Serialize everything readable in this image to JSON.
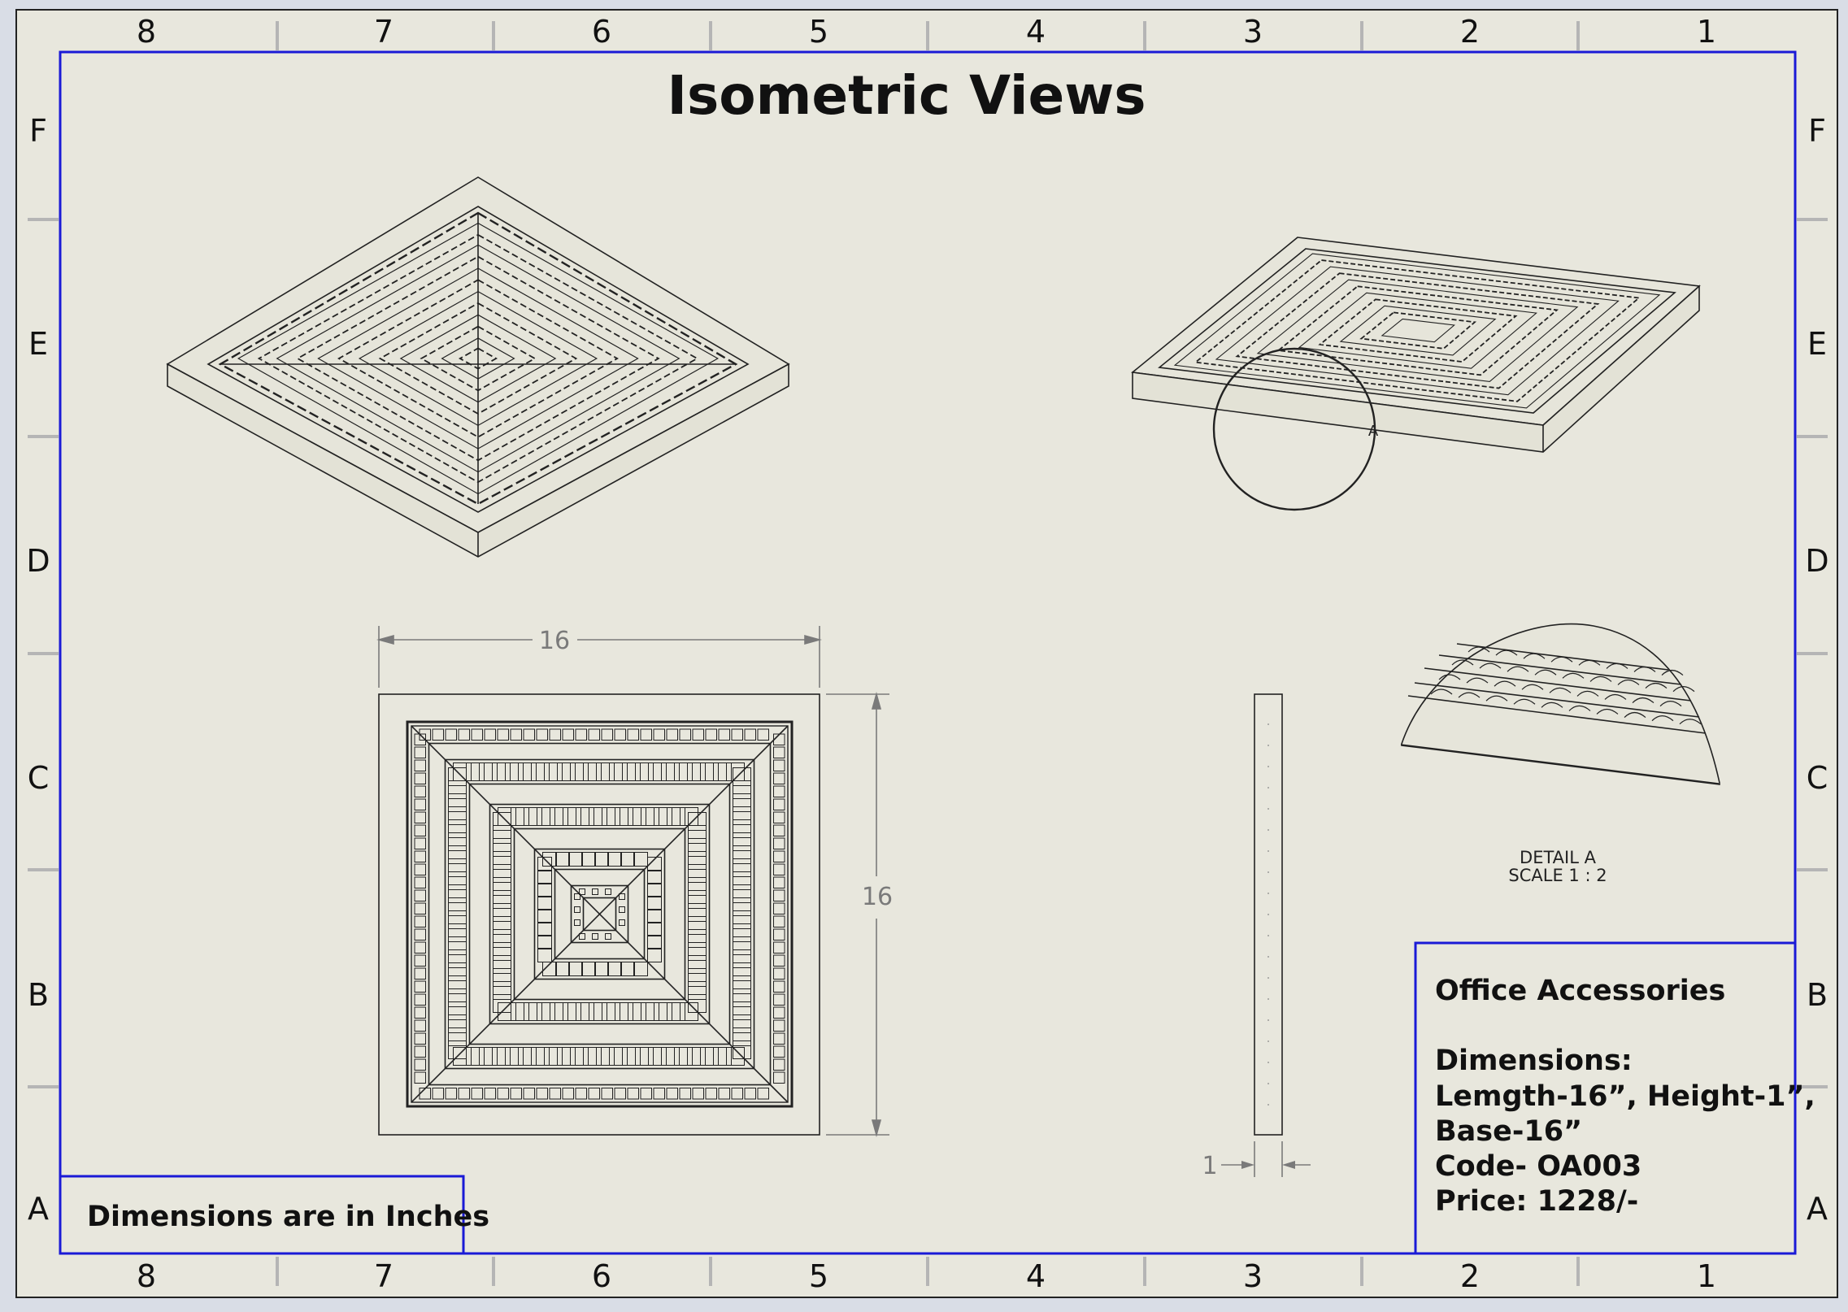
{
  "title": "Isometric Views",
  "note": "Dimensions are in Inches",
  "border": {
    "columns": [
      "8",
      "7",
      "6",
      "5",
      "4",
      "3",
      "2",
      "1"
    ],
    "rows": [
      "F",
      "E",
      "D",
      "C",
      "B",
      "A"
    ]
  },
  "views": {
    "top_width_dim": "16",
    "top_height_dim": "16",
    "side_thickness_dim": "1",
    "detail_circle_label": "A",
    "detail_label": "DETAIL A",
    "detail_scale": "SCALE 1 : 2"
  },
  "title_block": {
    "product": "Office Accessories",
    "dimensions_heading": "Dimensions:",
    "dimensions_line1": "Lemgth-16”, Height-1”,",
    "dimensions_line2": "Base-16”",
    "code": "Code- OA003",
    "price": "Price: 1228/-"
  },
  "colors": {
    "paper": "#e8e7dd",
    "frame_blue": "#1a1ad6",
    "line": "#1a1a1a",
    "dim_gray": "#7a7a7a"
  }
}
